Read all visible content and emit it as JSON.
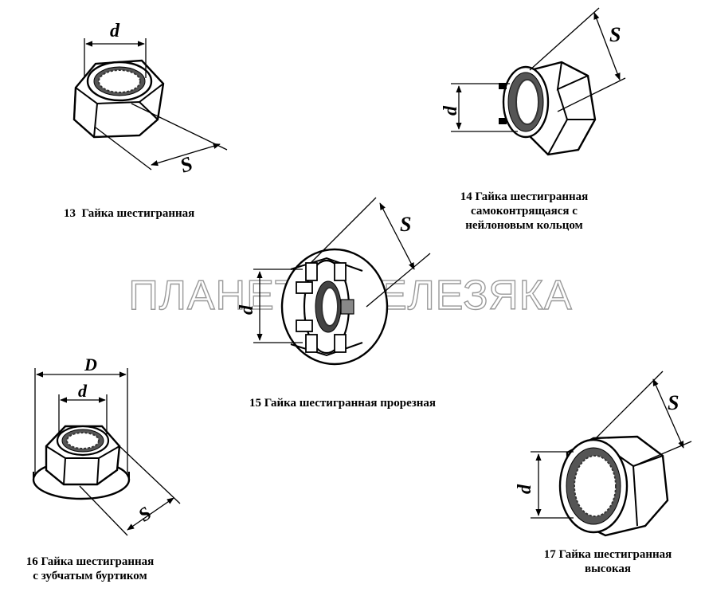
{
  "watermark": "ПЛАНЕТА ЖЕЛЕЗЯКА",
  "figures": [
    {
      "number": "13",
      "caption": [
        "Гайка шестигранная"
      ],
      "dims": {
        "d": "d",
        "s": "S"
      }
    },
    {
      "number": "14",
      "caption": [
        "Гайка шестигранная",
        "самоконтрящаяся с",
        "нейлоновым кольцом"
      ],
      "dims": {
        "d": "d",
        "s": "S"
      }
    },
    {
      "number": "15",
      "caption": [
        "Гайка шестигранная прорезная"
      ],
      "dims": {
        "d": "d",
        "s": "S"
      }
    },
    {
      "number": "16",
      "caption": [
        "Гайка шестигранная",
        "с зубчатым буртиком"
      ],
      "dims": {
        "D": "D",
        "d": "d",
        "s": "S"
      }
    },
    {
      "number": "17",
      "caption": [
        "Гайка шестигранная",
        "высокая"
      ],
      "dims": {
        "d": "d",
        "s": "S"
      }
    }
  ]
}
